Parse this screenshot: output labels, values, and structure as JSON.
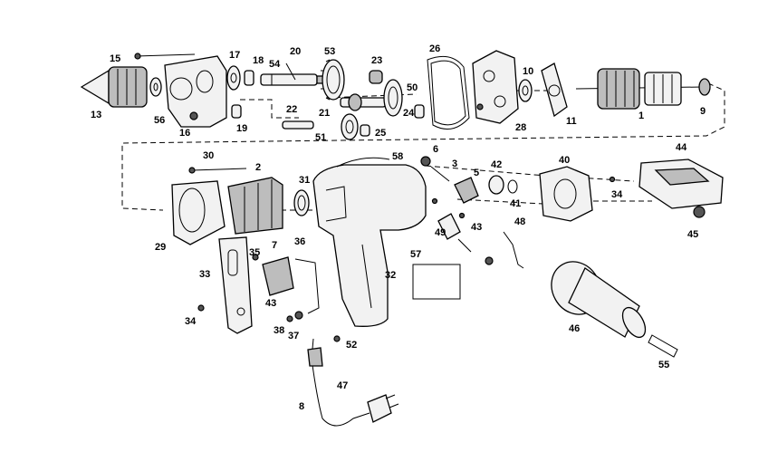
{
  "diagram": {
    "callouts": [
      "15",
      "17",
      "18",
      "20",
      "53",
      "23",
      "26",
      "10",
      "54",
      "56",
      "13",
      "16",
      "19",
      "22",
      "21",
      "51",
      "25",
      "50",
      "24",
      "28",
      "11",
      "9",
      "1",
      "30",
      "2",
      "6",
      "3",
      "5",
      "42",
      "40",
      "44",
      "31",
      "58",
      "41",
      "34",
      "45",
      "43",
      "48",
      "49",
      "29",
      "35",
      "36",
      "33",
      "32",
      "57",
      "43",
      "7",
      "34",
      "38",
      "37",
      "52",
      "46",
      "55",
      "47",
      "8"
    ]
  }
}
